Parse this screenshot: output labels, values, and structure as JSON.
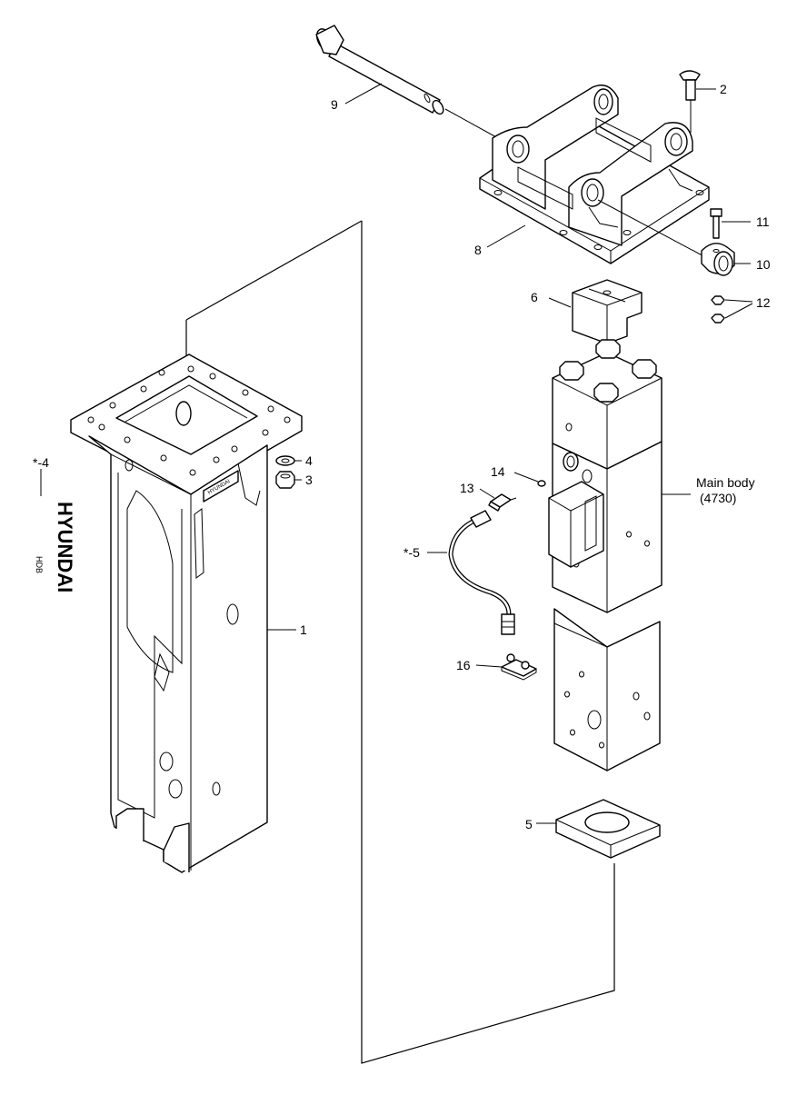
{
  "callouts": {
    "c1": "1",
    "c2": "2",
    "c3": "3",
    "c4": "4",
    "c4s": "*-4",
    "c5": "5",
    "c5s": "*-5",
    "c6": "6",
    "c8": "8",
    "c9": "9",
    "c10": "10",
    "c11": "11",
    "c12": "12",
    "c13": "13",
    "c14": "14",
    "c16": "16"
  },
  "main_body": {
    "label": "Main body",
    "code": "(4730)"
  },
  "decal_text": "HYUNDAI",
  "decal_subtext": "HDB",
  "plate_text": "HYUNDAI"
}
